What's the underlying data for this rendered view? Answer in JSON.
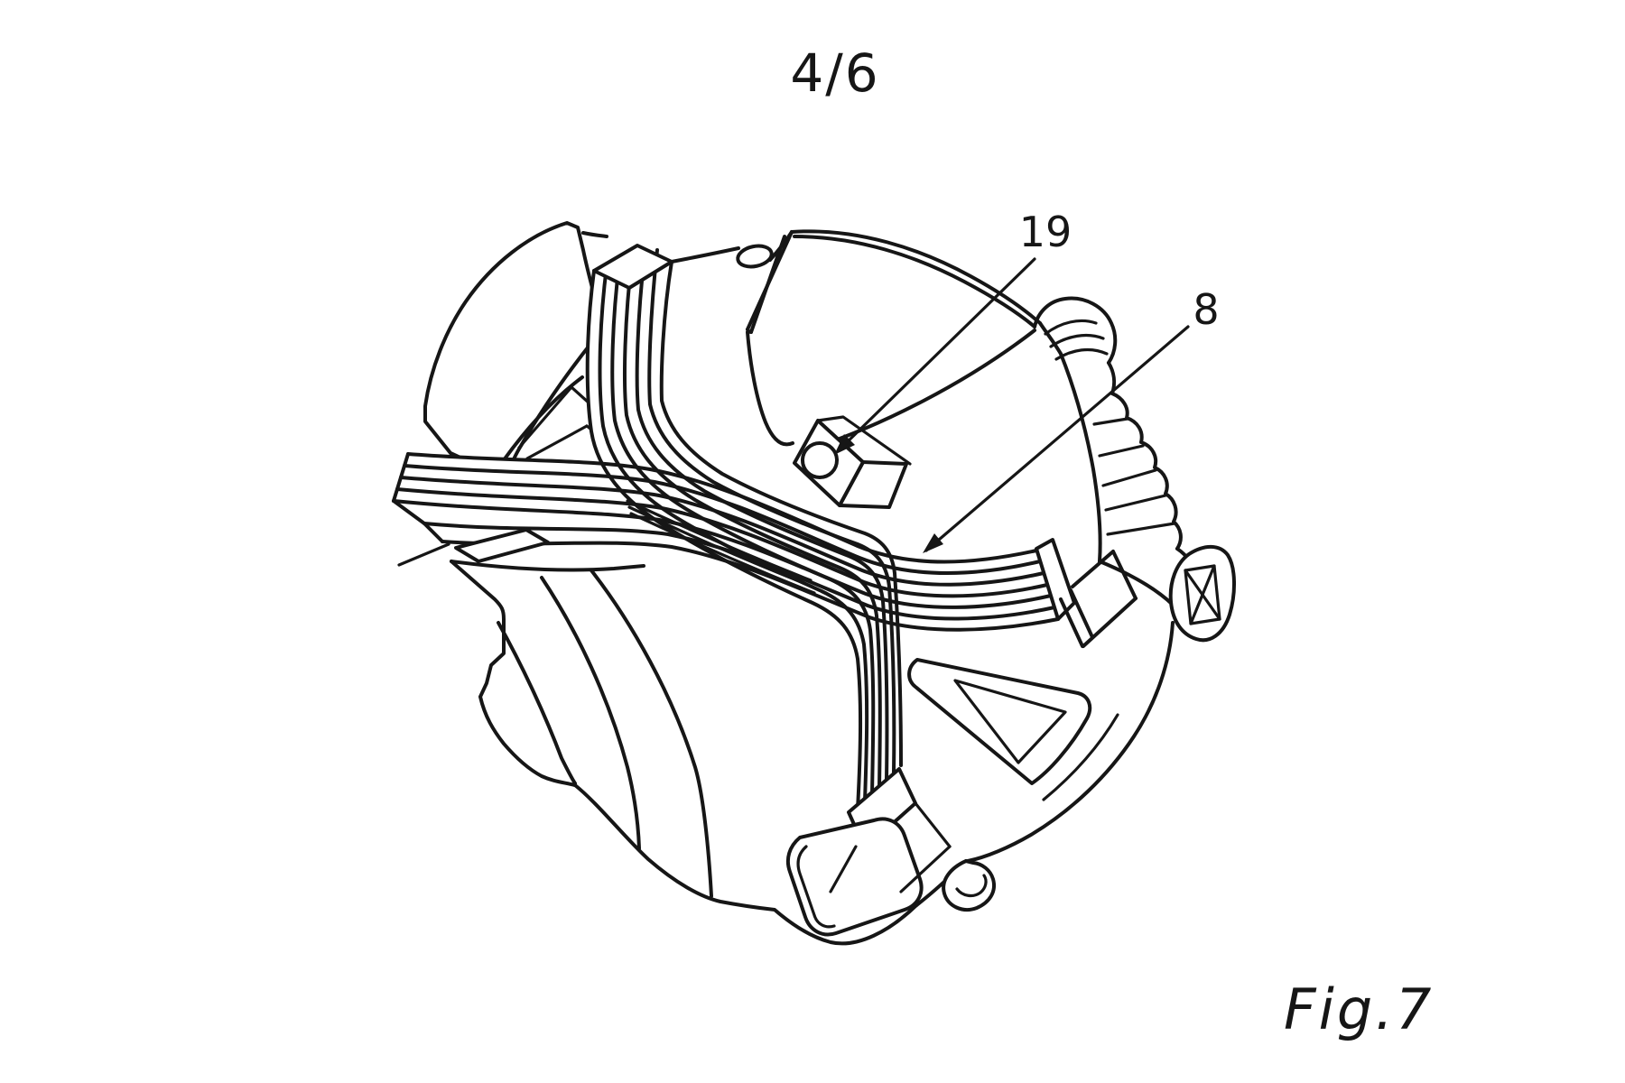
{
  "page": {
    "sheet_indicator": "4/6",
    "figure_caption": "Fig.7"
  },
  "drawing": {
    "type": "patent-line-drawing",
    "subject": "isometric machine housing with crossed ribbed bands",
    "reference_labels": [
      {
        "number": "19",
        "target": "circular sensor in square boss"
      },
      {
        "number": "8",
        "target": "ribbed band"
      }
    ]
  },
  "colors": {
    "ink": "#161616",
    "paper": "#ffffff"
  }
}
